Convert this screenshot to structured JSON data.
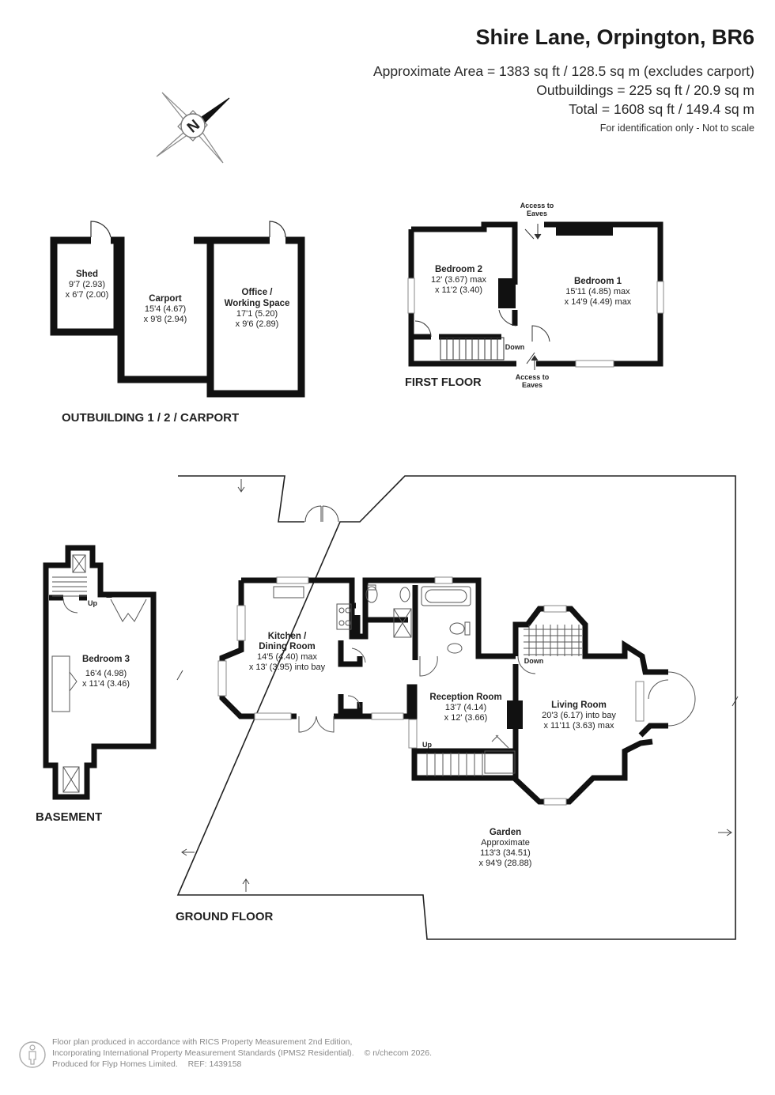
{
  "header": {
    "title": "Shire Lane, Orpington, BR6",
    "approx_area": "Approximate Area = 1383 sq ft / 128.5 sq m (excludes carport)",
    "outbuildings": "Outbuildings = 225 sq ft / 20.9 sq m",
    "total": "Total = 1608 sq ft / 149.4 sq m",
    "note": "For identification only - Not to scale"
  },
  "compass": {
    "label": "N",
    "icon": "north-compass-icon"
  },
  "outbuildings": {
    "caption": "OUTBUILDING 1 / 2 / CARPORT",
    "shed": {
      "name": "Shed",
      "dim1": "9'7 (2.93)",
      "dim2": "x 6'7 (2.00)"
    },
    "carport": {
      "name": "Carport",
      "dim1": "15'4 (4.67)",
      "dim2": "x 9'8 (2.94)"
    },
    "office": {
      "name1": "Office /",
      "name2": "Working Space",
      "dim1": "17'1 (5.20)",
      "dim2": "x 9'6 (2.89)"
    }
  },
  "first_floor": {
    "caption": "FIRST FLOOR",
    "bedroom2": {
      "name": "Bedroom 2",
      "dim1": "12' (3.67) max",
      "dim2": "x 11'2 (3.40)"
    },
    "bedroom1": {
      "name": "Bedroom 1",
      "dim1": "15'11 (4.85) max",
      "dim2": "x 14'9 (4.49) max"
    },
    "access_top1": "Access to",
    "access_top2": "Eaves",
    "access_bottom1": "Access to",
    "access_bottom2": "Eaves",
    "stairs_label": "Down"
  },
  "basement": {
    "caption": "BASEMENT",
    "bedroom3": {
      "name": "Bedroom 3",
      "dim1": "16'4 (4.98)",
      "dim2": "x 11'4 (3.46)"
    },
    "stairs_label": "Up"
  },
  "ground_floor": {
    "caption": "GROUND FLOOR",
    "kitchen": {
      "name1": "Kitchen /",
      "name2": "Dining Room",
      "dim1": "14'5 (4.40) max",
      "dim2": "x 13' (3.95) into bay"
    },
    "reception": {
      "name": "Reception Room",
      "dim1": "13'7 (4.14)",
      "dim2": "x 12' (3.66)"
    },
    "living": {
      "name": "Living Room",
      "dim1": "20'3 (6.17) into bay",
      "dim2": "x 11'11 (3.63) max"
    },
    "garden": {
      "name": "Garden",
      "line2": "Approximate",
      "dim1": "113'3 (34.51)",
      "dim2": "x 94'9 (28.88)"
    },
    "stairs_down": "Down",
    "stairs_up": "Up"
  },
  "footer": {
    "line1": "Floor plan produced in accordance with RICS Property Measurement 2nd Edition,",
    "line2": "Incorporating International Property Measurement Standards (IPMS2 Residential).",
    "copyright": "© n/checom 2026.",
    "line3": "Produced for Flyp Homes Limited.",
    "ref": "REF: 1439158"
  },
  "colors": {
    "wall": "#111111",
    "text": "#222222",
    "footer": "#888888",
    "fixture": "#555555"
  }
}
